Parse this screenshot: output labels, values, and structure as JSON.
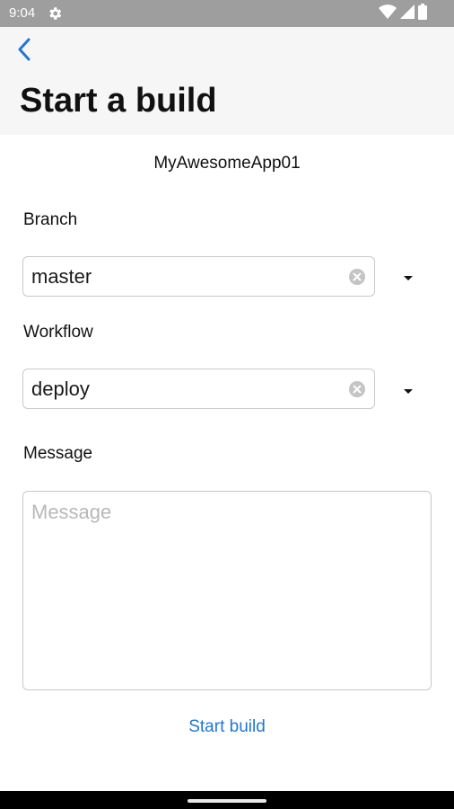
{
  "status_bar": {
    "time": "9:04",
    "icons": [
      "gear-icon",
      "wifi-icon",
      "signal-icon",
      "battery-icon"
    ]
  },
  "header": {
    "title": "Start a build",
    "back_icon": "chevron-left-icon"
  },
  "app_name": "MyAwesomeApp01",
  "branch": {
    "label": "Branch",
    "value": "master"
  },
  "workflow": {
    "label": "Workflow",
    "value": "deploy"
  },
  "message": {
    "label": "Message",
    "placeholder": "Message",
    "value": ""
  },
  "actions": {
    "start_build_label": "Start build"
  },
  "colors": {
    "accent": "#1e78d6",
    "status_bar": "#9e9e9e",
    "header_bg": "#f6f6f6"
  }
}
